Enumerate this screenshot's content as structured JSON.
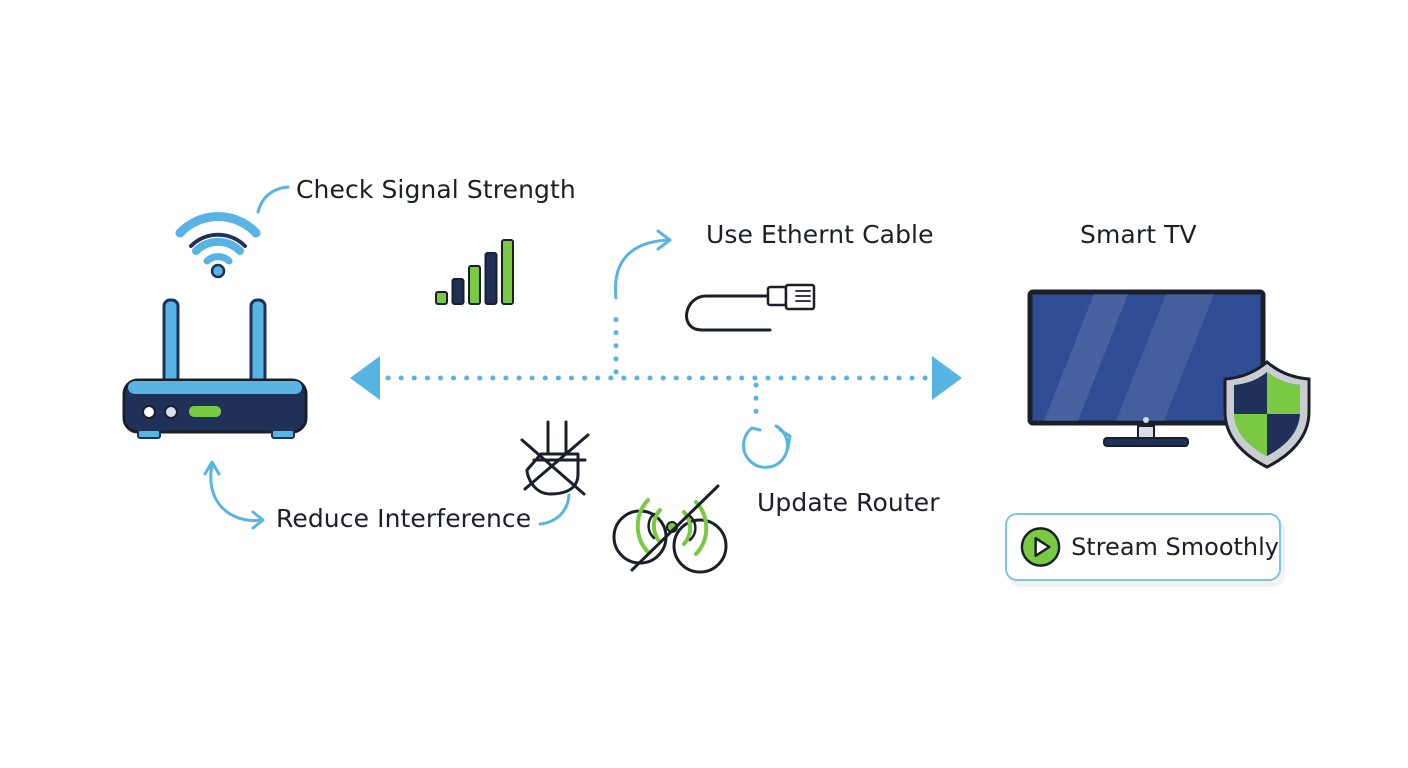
{
  "labels": {
    "check_signal": "Check Signal Strength",
    "ethernet": "Use Ethernt Cable",
    "smart_tv": "Smart TV",
    "reduce_interference": "Reduce Interference",
    "update_router": "Update Router",
    "stream": "Stream Smoothly"
  },
  "signal_bars": {
    "levels": [
      1,
      2,
      3,
      4,
      5
    ],
    "colors": [
      "#7ac943",
      "#1f3158",
      "#7ac943",
      "#1f3158",
      "#7ac943"
    ]
  },
  "colors": {
    "accent_blue": "#58b4e3",
    "dark_navy": "#1f3158",
    "green": "#7ac943",
    "screen_blue": "#2f4d94",
    "outline": "#1b1f2a",
    "box_border": "#7ec4e4"
  },
  "icons": {
    "router": "router-icon",
    "wifi": "wifi-icon",
    "signal": "signal-bars-icon",
    "ethernet": "ethernet-cable-icon",
    "tv": "smart-tv-icon",
    "shield": "shield-icon",
    "plug": "crossed-plug-icon",
    "no_wireless": "no-wireless-icon",
    "refresh": "refresh-icon",
    "play": "play-icon"
  }
}
